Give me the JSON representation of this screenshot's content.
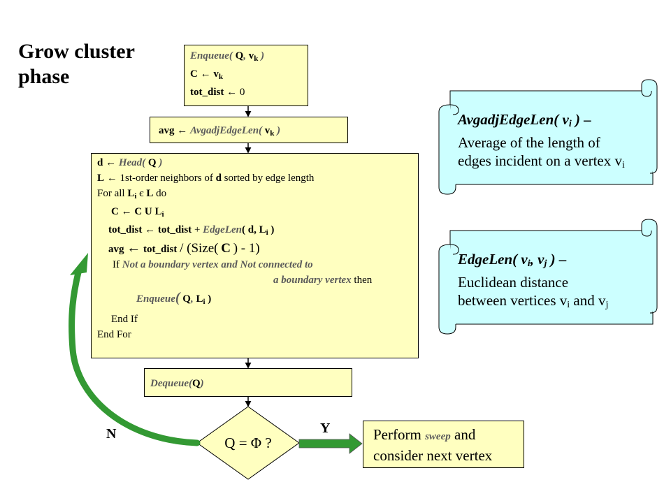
{
  "title": {
    "line1": "Grow cluster",
    "line2": "phase"
  },
  "box1": {
    "l1_fn": "Enqueue",
    "l1_open": "(",
    "l1_q": "Q",
    "l1_comma": ",",
    "l1_v": "v",
    "l1_k": "k",
    "l1_close": ")",
    "l2_c": "C",
    "l2_arrow": "←",
    "l2_v": "v",
    "l2_k": "k",
    "l3_var": "tot_dist",
    "l3_arrow": "←",
    "l3_val": "0"
  },
  "box2": {
    "var": "avg",
    "arrow": "←",
    "fn": "AvgadjEdgeLen",
    "open": "(",
    "v": "v",
    "k": "k",
    "close": ")"
  },
  "box3": {
    "r1_d": "d",
    "r1_arrow": "←",
    "r1_fn": "Head",
    "r1_open": "(",
    "r1_q": "Q",
    "r1_close": ")",
    "r2_l": "L",
    "r2_arrow": "←",
    "r2_t1": "1st-order neighbors of",
    "r2_d": "d",
    "r2_t2": "sorted by edge length",
    "r3_t1": "For all",
    "r3_l": "L",
    "r3_i": "i",
    "r3_in": "є",
    "r3_L": "L",
    "r3_do": "do",
    "r4_c": "C",
    "r4_arrow": "←",
    "r4_expr": "C U L",
    "r4_i": "i",
    "r5_var": "tot_dist",
    "r5_arrow": "←",
    "r5_var2": "tot_dist",
    "r5_plus": "+",
    "r5_fn": "EdgeLen",
    "r5_open": "(",
    "r5_args": "d, L",
    "r5_i": "i",
    "r5_close": ")",
    "r6_var": "avg",
    "r6_arrow": "←",
    "r6_var2": "tot_dist",
    "r6_rest": "/ (Size(",
    "r6_c": "C",
    "r6_rest2": ") - 1)",
    "r7_if": "If",
    "r7_cond": "Not a boundary vertex  and Not connected to",
    "r8_cond": "a boundary vertex",
    "r8_then": "then",
    "r9_fn": "Enqueue",
    "r9_open": "(",
    "r9_q": "Q",
    "r9_comma": ",",
    "r9_l": "L",
    "r9_i": "i",
    "r9_close": ")",
    "r10": "End If",
    "r11": "End For"
  },
  "box4": {
    "fn": "Dequeue",
    "open": "(",
    "q": "Q",
    "close": ")"
  },
  "decision": {
    "text": "Q = Φ ?"
  },
  "label_yes": "Y",
  "label_no": "N",
  "result": {
    "line1_a": "Perform",
    "line1_b": "sweep",
    "line1_c": "and",
    "line2": "consider next vertex"
  },
  "note1": {
    "hd_a": "AvgadjEdgeLen( v",
    "hd_i": "i",
    "hd_b": ") –",
    "line2": "Average of the length of",
    "line3": "edges incident on a vertex v",
    "line3_i": "i"
  },
  "note2": {
    "hd_a": "EdgeLen( v",
    "hd_i": "i",
    "hd_mid": ", v",
    "hd_j": "j",
    "hd_b": ") –",
    "line2": "Euclidean distance",
    "line3": "between vertices v",
    "line3_i": "i",
    "line3_mid": "and v",
    "line3_j": "j"
  },
  "colors": {
    "box_fill": "#ffffc0",
    "note_fill": "#ccffff",
    "arrow_green": "#339933"
  }
}
